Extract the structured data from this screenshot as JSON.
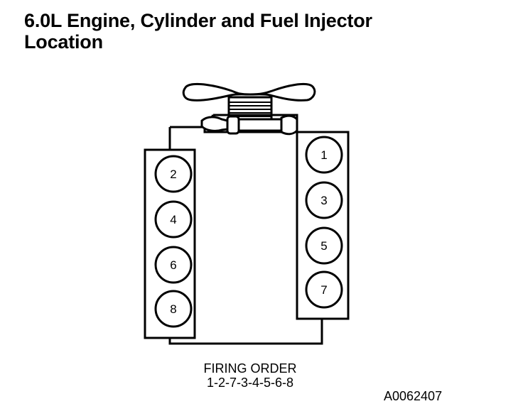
{
  "title": {
    "line1": "6.0L Engine, Cylinder and Fuel Injector",
    "line2": "Location"
  },
  "cylinders": {
    "left_bank": [
      "2",
      "4",
      "6",
      "8"
    ],
    "right_bank": [
      "1",
      "3",
      "5",
      "7"
    ]
  },
  "firing_order": {
    "label": "FIRING ORDER",
    "sequence": "1-2-7-3-4-5-6-8"
  },
  "figure_id": "A0062407"
}
